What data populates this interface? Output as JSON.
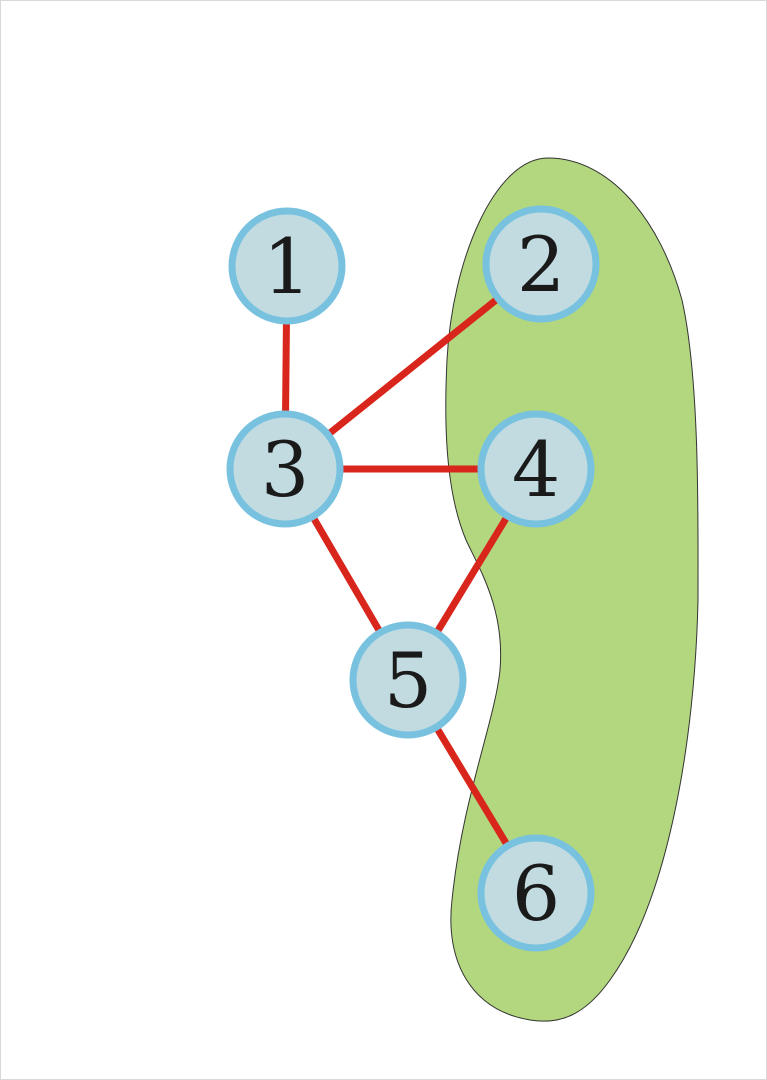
{
  "diagram": {
    "colors": {
      "region_fill": "#b2d77e",
      "region_stroke": "#333333",
      "edge": "#d9261c",
      "node_fill": "#c1dbe1",
      "node_stroke": "#78c2e0",
      "label": "#1a1a1a"
    },
    "nodes": [
      {
        "id": "1",
        "label": "1",
        "highlighted": false
      },
      {
        "id": "2",
        "label": "2",
        "highlighted": true
      },
      {
        "id": "3",
        "label": "3",
        "highlighted": false
      },
      {
        "id": "4",
        "label": "4",
        "highlighted": true
      },
      {
        "id": "5",
        "label": "5",
        "highlighted": false
      },
      {
        "id": "6",
        "label": "6",
        "highlighted": true
      }
    ],
    "edges": [
      {
        "from": "1",
        "to": "3"
      },
      {
        "from": "3",
        "to": "2"
      },
      {
        "from": "3",
        "to": "4"
      },
      {
        "from": "3",
        "to": "5"
      },
      {
        "from": "4",
        "to": "5"
      },
      {
        "from": "5",
        "to": "6"
      }
    ]
  }
}
